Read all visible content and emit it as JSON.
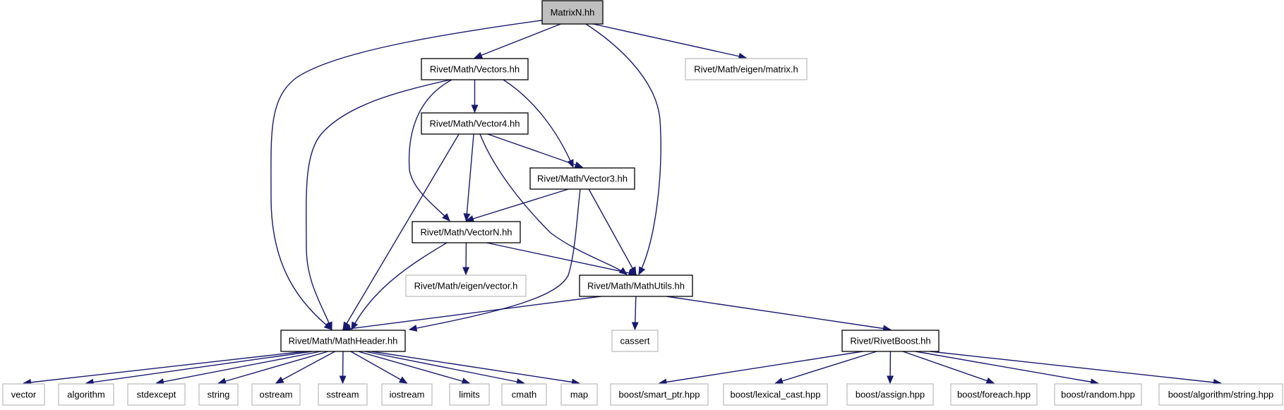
{
  "diagram": {
    "type": "include-dependency-graph",
    "colors": {
      "edge": "#191970",
      "root_fill": "#bfbfbf",
      "local_border": "#000000",
      "external_border": "#bfbfbf",
      "background": "#ffffff"
    },
    "nodes": [
      {
        "id": "matrixn",
        "label": "MatrixN.hh",
        "kind": "root"
      },
      {
        "id": "vectors",
        "label": "Rivet/Math/Vectors.hh",
        "kind": "local"
      },
      {
        "id": "eigen_matrix",
        "label": "Rivet/Math/eigen/matrix.h",
        "kind": "external"
      },
      {
        "id": "vector4",
        "label": "Rivet/Math/Vector4.hh",
        "kind": "local"
      },
      {
        "id": "vector3",
        "label": "Rivet/Math/Vector3.hh",
        "kind": "local"
      },
      {
        "id": "vectorn",
        "label": "Rivet/Math/VectorN.hh",
        "kind": "local"
      },
      {
        "id": "eigen_vector",
        "label": "Rivet/Math/eigen/vector.h",
        "kind": "external"
      },
      {
        "id": "mathutils",
        "label": "Rivet/Math/MathUtils.hh",
        "kind": "local"
      },
      {
        "id": "mathheader",
        "label": "Rivet/Math/MathHeader.hh",
        "kind": "local"
      },
      {
        "id": "cassert",
        "label": "cassert",
        "kind": "external"
      },
      {
        "id": "rivetboost",
        "label": "Rivet/RivetBoost.hh",
        "kind": "local"
      },
      {
        "id": "vector",
        "label": "vector",
        "kind": "external"
      },
      {
        "id": "algorithm",
        "label": "algorithm",
        "kind": "external"
      },
      {
        "id": "stdexcept",
        "label": "stdexcept",
        "kind": "external"
      },
      {
        "id": "string",
        "label": "string",
        "kind": "external"
      },
      {
        "id": "ostream",
        "label": "ostream",
        "kind": "external"
      },
      {
        "id": "sstream",
        "label": "sstream",
        "kind": "external"
      },
      {
        "id": "iostream",
        "label": "iostream",
        "kind": "external"
      },
      {
        "id": "limits",
        "label": "limits",
        "kind": "external"
      },
      {
        "id": "cmath",
        "label": "cmath",
        "kind": "external"
      },
      {
        "id": "map",
        "label": "map",
        "kind": "external"
      },
      {
        "id": "smart_ptr",
        "label": "boost/smart_ptr.hpp",
        "kind": "external"
      },
      {
        "id": "lexical_cast",
        "label": "boost/lexical_cast.hpp",
        "kind": "external"
      },
      {
        "id": "assign",
        "label": "boost/assign.hpp",
        "kind": "external"
      },
      {
        "id": "foreach",
        "label": "boost/foreach.hpp",
        "kind": "external"
      },
      {
        "id": "random",
        "label": "boost/random.hpp",
        "kind": "external"
      },
      {
        "id": "algo_string",
        "label": "boost/algorithm/string.hpp",
        "kind": "external"
      }
    ],
    "edges": [
      {
        "from": "matrixn",
        "to": "mathheader"
      },
      {
        "from": "matrixn",
        "to": "vectors"
      },
      {
        "from": "matrixn",
        "to": "mathutils"
      },
      {
        "from": "matrixn",
        "to": "eigen_matrix"
      },
      {
        "from": "vectors",
        "to": "mathheader"
      },
      {
        "from": "vectors",
        "to": "vectorn"
      },
      {
        "from": "vectors",
        "to": "vector4"
      },
      {
        "from": "vectors",
        "to": "vector3"
      },
      {
        "from": "vector4",
        "to": "mathheader"
      },
      {
        "from": "vector4",
        "to": "vectorn"
      },
      {
        "from": "vector4",
        "to": "vector3"
      },
      {
        "from": "vector4",
        "to": "mathutils"
      },
      {
        "from": "vector3",
        "to": "vectorn"
      },
      {
        "from": "vector3",
        "to": "mathheader"
      },
      {
        "from": "vector3",
        "to": "mathutils"
      },
      {
        "from": "vectorn",
        "to": "mathheader"
      },
      {
        "from": "vectorn",
        "to": "eigen_vector"
      },
      {
        "from": "vectorn",
        "to": "mathutils"
      },
      {
        "from": "mathutils",
        "to": "mathheader"
      },
      {
        "from": "mathutils",
        "to": "cassert"
      },
      {
        "from": "mathutils",
        "to": "rivetboost"
      },
      {
        "from": "mathheader",
        "to": "vector"
      },
      {
        "from": "mathheader",
        "to": "algorithm"
      },
      {
        "from": "mathheader",
        "to": "stdexcept"
      },
      {
        "from": "mathheader",
        "to": "string"
      },
      {
        "from": "mathheader",
        "to": "ostream"
      },
      {
        "from": "mathheader",
        "to": "sstream"
      },
      {
        "from": "mathheader",
        "to": "iostream"
      },
      {
        "from": "mathheader",
        "to": "limits"
      },
      {
        "from": "mathheader",
        "to": "cmath"
      },
      {
        "from": "mathheader",
        "to": "map"
      },
      {
        "from": "rivetboost",
        "to": "smart_ptr"
      },
      {
        "from": "rivetboost",
        "to": "lexical_cast"
      },
      {
        "from": "rivetboost",
        "to": "assign"
      },
      {
        "from": "rivetboost",
        "to": "foreach"
      },
      {
        "from": "rivetboost",
        "to": "random"
      },
      {
        "from": "rivetboost",
        "to": "algo_string"
      }
    ]
  }
}
